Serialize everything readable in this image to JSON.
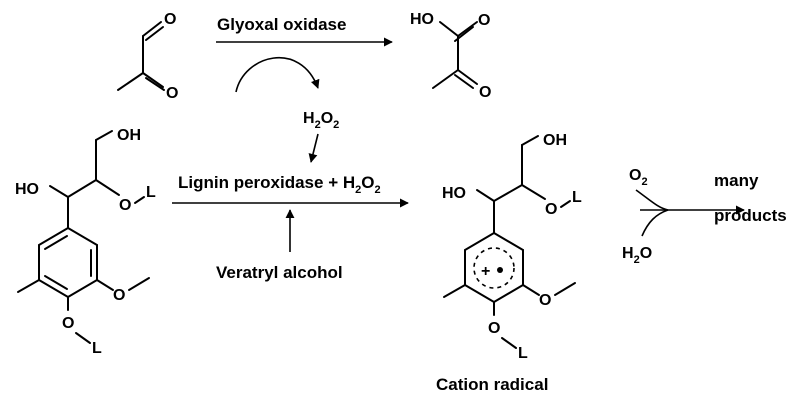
{
  "reaction": {
    "enzyme_top": "Glyoxal oxidase",
    "enzyme_main": "Lignin peroxidase + H",
    "h2o2_main": {
      "sub": "2",
      "tail": "O",
      "sub2": "2"
    },
    "h2o2_top": {
      "h": "H",
      "sub": "2",
      "o": "O",
      "sub2": "2"
    },
    "mediator": "Veratryl alcohol",
    "o2": {
      "o": "O",
      "sub": "2"
    },
    "h2o": {
      "h": "H",
      "sub": "2",
      "o": "O"
    },
    "products_line1": "many",
    "products_line2": "products",
    "caption": "Cation radical"
  },
  "atoms": {
    "o": "O",
    "ho": "HO",
    "oh": "OH",
    "l": "L",
    "plus": "+"
  }
}
